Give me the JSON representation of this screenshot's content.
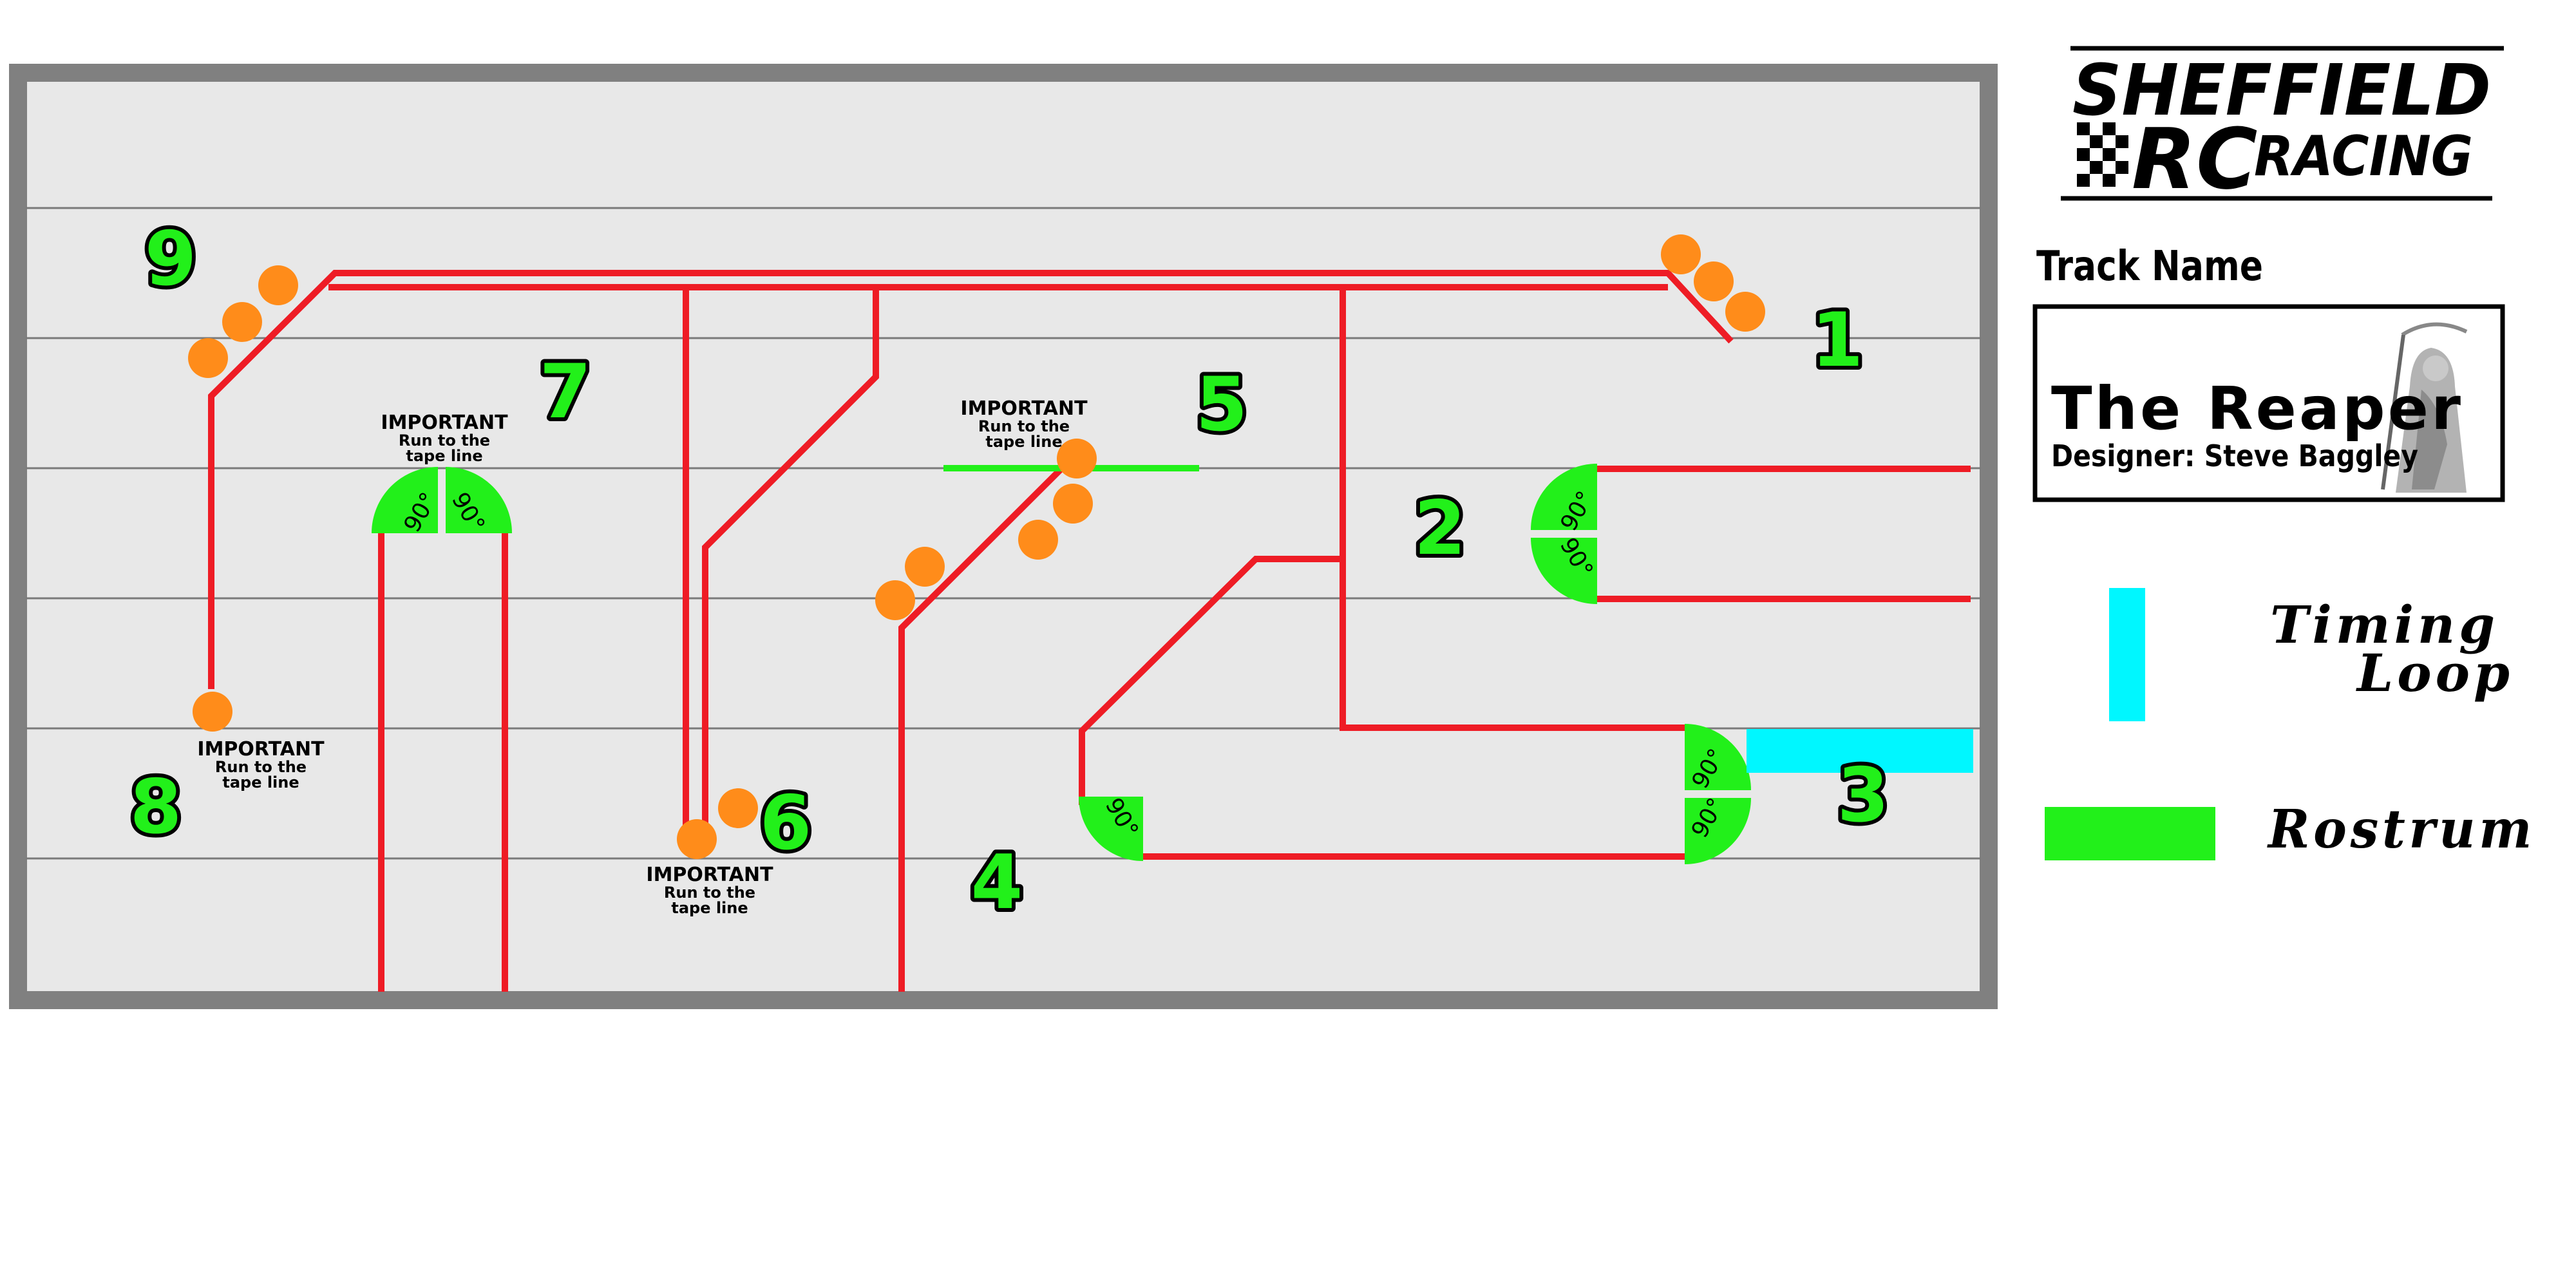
{
  "logo": {
    "line1": "SHEFFIELD",
    "line2_rc": "RC",
    "line2_racing": "RACING"
  },
  "track": {
    "heading": "Track Name",
    "name": "The Reaper",
    "designer": "Designer: Steve Baggley"
  },
  "legend": [
    {
      "label": "Timing Loop",
      "line1": "Timing",
      "line2": "Loop",
      "color": "#00f7ff"
    },
    {
      "label": "Rostrum",
      "line1": "Rostrum",
      "color": "#22f01a"
    }
  ],
  "corner_numbers": [
    "1",
    "2",
    "3",
    "4",
    "5",
    "6",
    "7",
    "8",
    "9"
  ],
  "notes": {
    "line1": "IMPORTANT",
    "line2": "Run to the",
    "line3": "tape line"
  },
  "rostrum_angle_label": "90°",
  "colors": {
    "track_line": "#ee1c25",
    "rostrum": "#22f01a",
    "timing_loop": "#00f7ff",
    "marker": "#ff8c1a",
    "board_border": "#808080",
    "board_fill": "#e8e8e8"
  }
}
